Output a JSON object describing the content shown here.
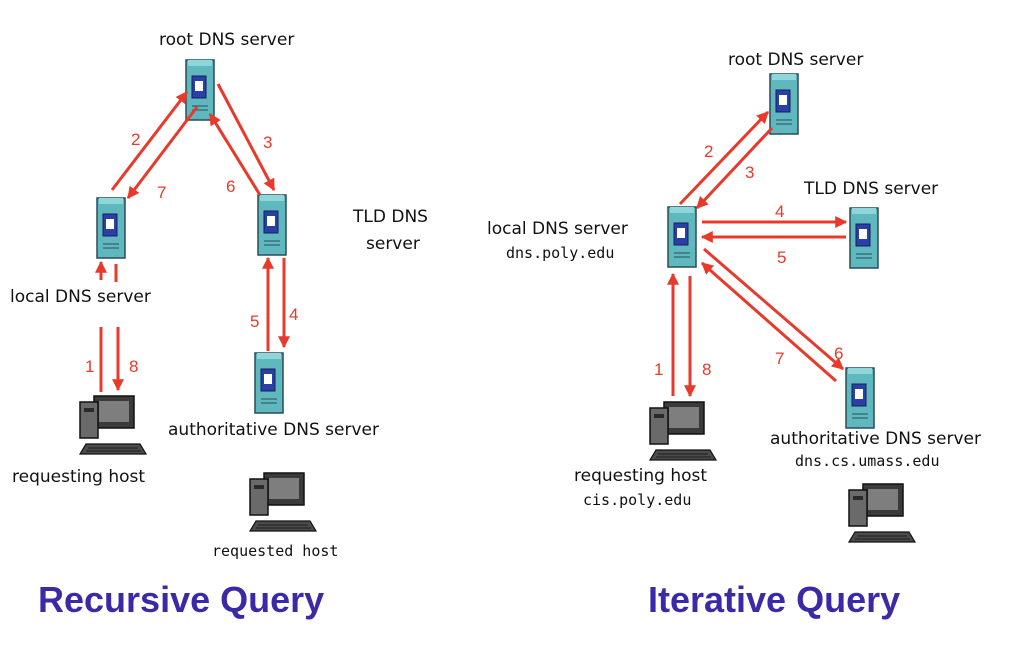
{
  "recursive": {
    "title": "Recursive Query",
    "root_label": "root DNS server",
    "local_label": "local DNS server",
    "tld_label_line1": "TLD DNS",
    "tld_label_line2": "server",
    "auth_label": "authoritative DNS server",
    "host_label": "requesting host",
    "requested_label": "requested host",
    "steps": [
      "1",
      "2",
      "3",
      "4",
      "5",
      "6",
      "7",
      "8"
    ]
  },
  "iterative": {
    "title": "Iterative Query",
    "root_label": "root DNS server",
    "local_label": "local DNS server",
    "local_domain": "dns.poly.edu",
    "tld_label": "TLD DNS server",
    "auth_label": "authoritative DNS server",
    "auth_domain": "dns.cs.umass.edu",
    "host_label": "requesting host",
    "host_domain": "cis.poly.edu",
    "steps": [
      "1",
      "2",
      "3",
      "4",
      "5",
      "6",
      "7",
      "8"
    ]
  },
  "colors": {
    "arrow": "#e8392b",
    "title": "#3b2aa8",
    "server_body": "#5fb8bd",
    "server_panel": "#2a3fa8"
  },
  "icons": {
    "server": "server-icon",
    "computer": "computer-icon"
  }
}
